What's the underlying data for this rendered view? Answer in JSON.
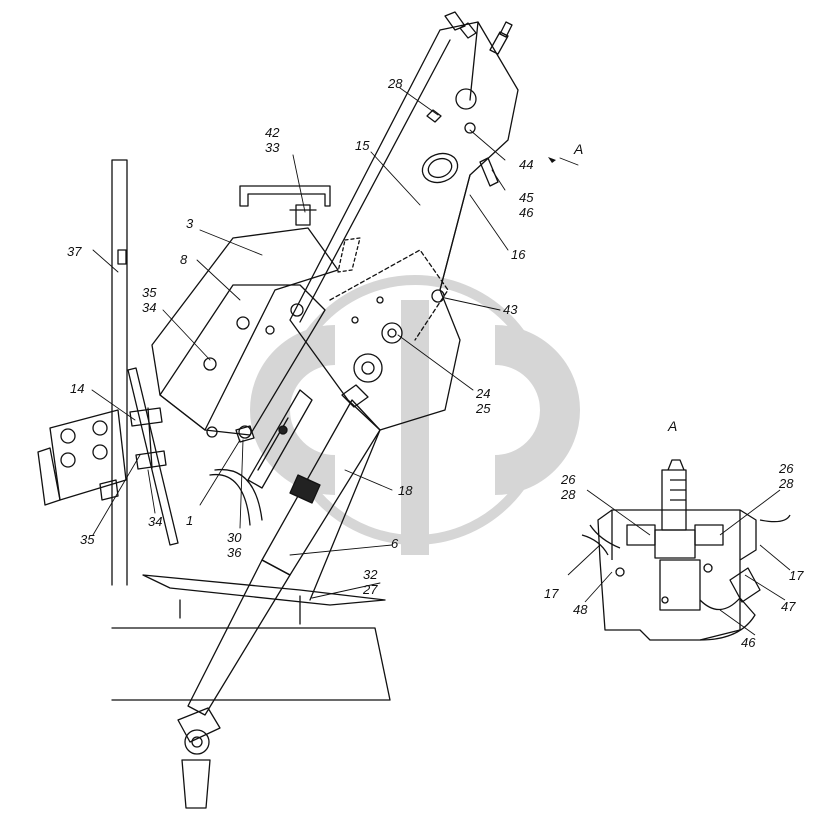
{
  "view_letter": "A",
  "detail_title": "A",
  "callouts": {
    "c28_top": "28",
    "c42": "42",
    "c33": "33",
    "c15": "15",
    "c44": "44",
    "c45": "45",
    "c46_main": "46",
    "c16": "16",
    "c3": "3",
    "c8": "8",
    "c37": "37",
    "c35a": "35",
    "c34a": "34",
    "c43": "43",
    "c24": "24",
    "c25": "25",
    "c14": "14",
    "c35b": "35",
    "c34b": "34",
    "c1": "1",
    "c30": "30",
    "c36": "36",
    "c18": "18",
    "c6": "6",
    "c32": "32",
    "c27": "27"
  },
  "detail_callouts": {
    "d26a": "26",
    "d28a": "28",
    "d26b": "26",
    "d28b": "28",
    "d17a": "17",
    "d48": "48",
    "d47": "47",
    "d17b": "17",
    "d46": "46"
  },
  "colors": {
    "line": "#111111",
    "watermark": "#d9d9d9"
  }
}
